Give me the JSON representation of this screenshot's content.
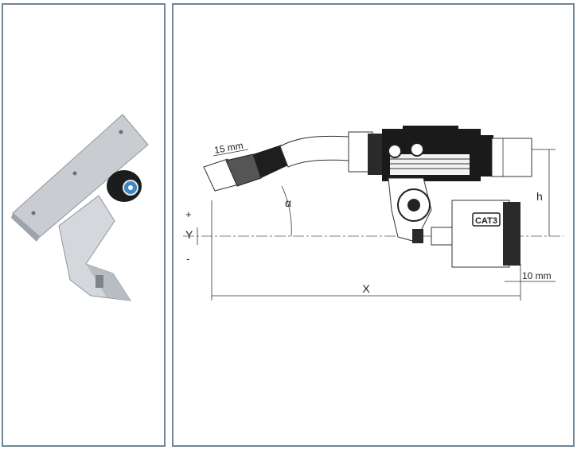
{
  "diagram": {
    "labels": {
      "tip_length": "15 mm",
      "angle": "α",
      "plus": "+",
      "minus": "-",
      "y_offset": "Y",
      "height": "h",
      "length": "X",
      "rear_offset": "10 mm",
      "logo": "CAT3"
    }
  }
}
